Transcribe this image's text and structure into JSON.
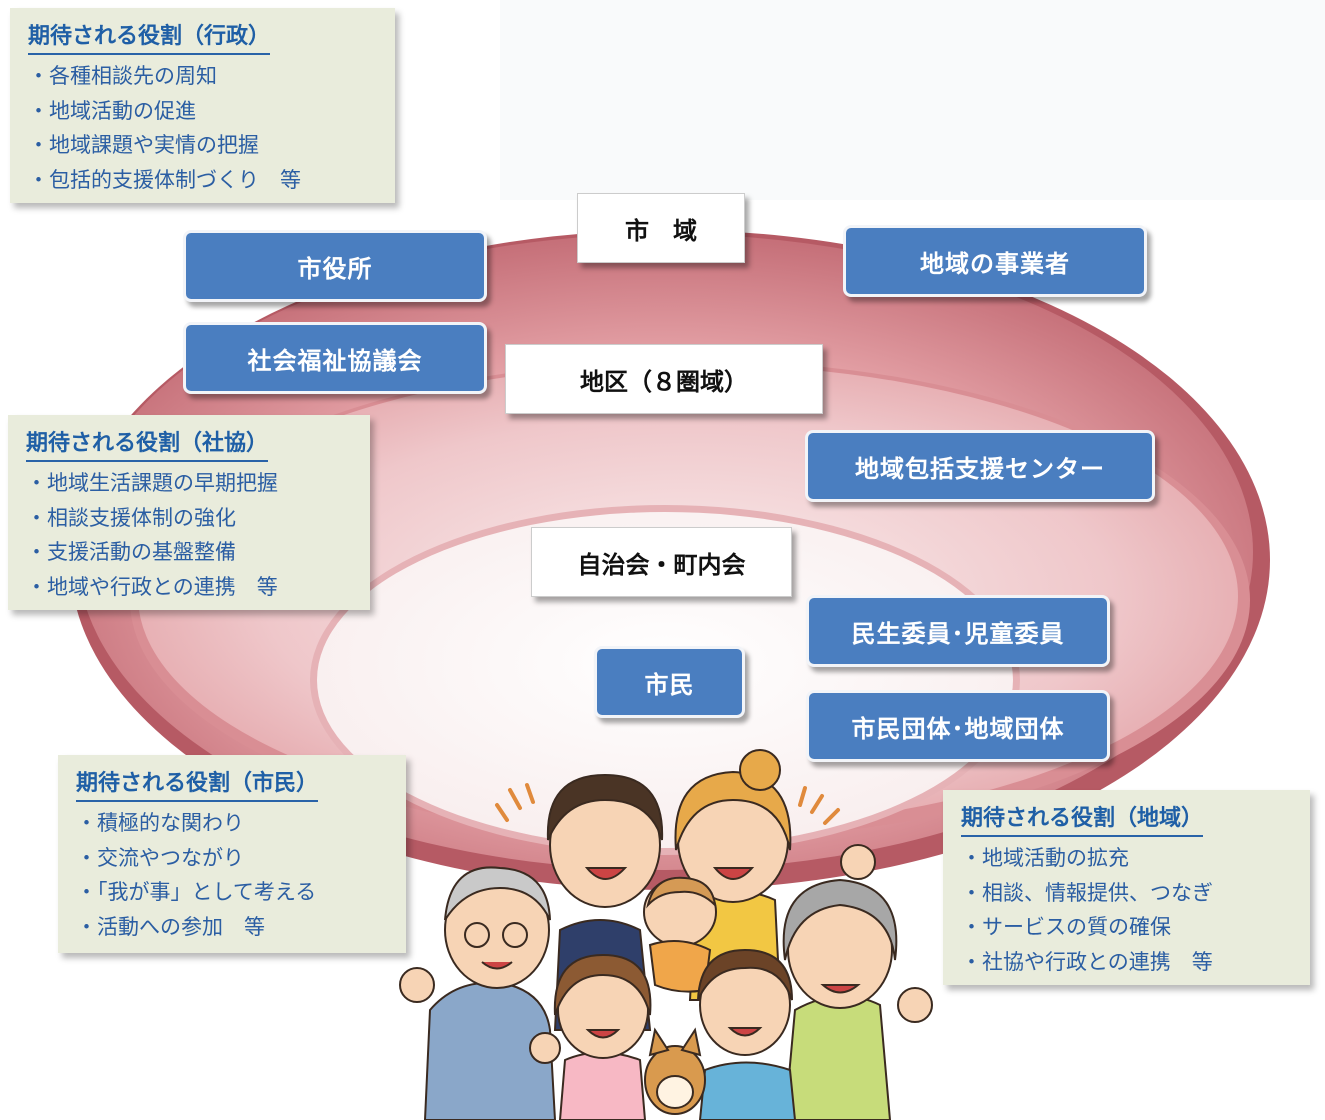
{
  "roles": {
    "gyosei": {
      "title": "期待される役割（行政）",
      "items": [
        "各種相談先の周知",
        "地域活動の促進",
        "地域課題や実情の把握",
        "包括的支援体制づくり　等"
      ]
    },
    "shakyo": {
      "title": "期待される役割（社協）",
      "items": [
        "地域生活課題の早期把握",
        "相談支援体制の強化",
        "支援活動の基盤整備",
        "地域や行政との連携　等"
      ]
    },
    "shimin": {
      "title": "期待される役割（市民）",
      "items": [
        "積極的な関わり",
        "交流やつながり",
        "「我が事」として考える",
        "活動への参加　等"
      ]
    },
    "chiiki": {
      "title": "期待される役割（地域）",
      "items": [
        "地域活動の拡充",
        "相談、情報提供、つなぎ",
        "サービスの質の確保",
        "社協や行政との連携　等"
      ]
    }
  },
  "levels": {
    "city": "市　域",
    "district": "地区（８圏域）",
    "neighborhood": "自治会・町内会"
  },
  "actors": {
    "city_hall": "市役所",
    "business": "地域の事業者",
    "social_welfare": "社会福祉協議会",
    "support_center": "地域包括支援センター",
    "welfare_commissioners": "民生委員･児童委員",
    "citizen_groups": "市民団体･地域団体",
    "citizens": "市民"
  },
  "colors": {
    "outer_ring": "#c8737b",
    "middle_ring": "#e7a9ae",
    "inner_area": "#fbf5f5",
    "blue_box": "#4a7ec0",
    "role_box_bg": "#e9ecdc",
    "role_text": "#2b5ea3"
  }
}
